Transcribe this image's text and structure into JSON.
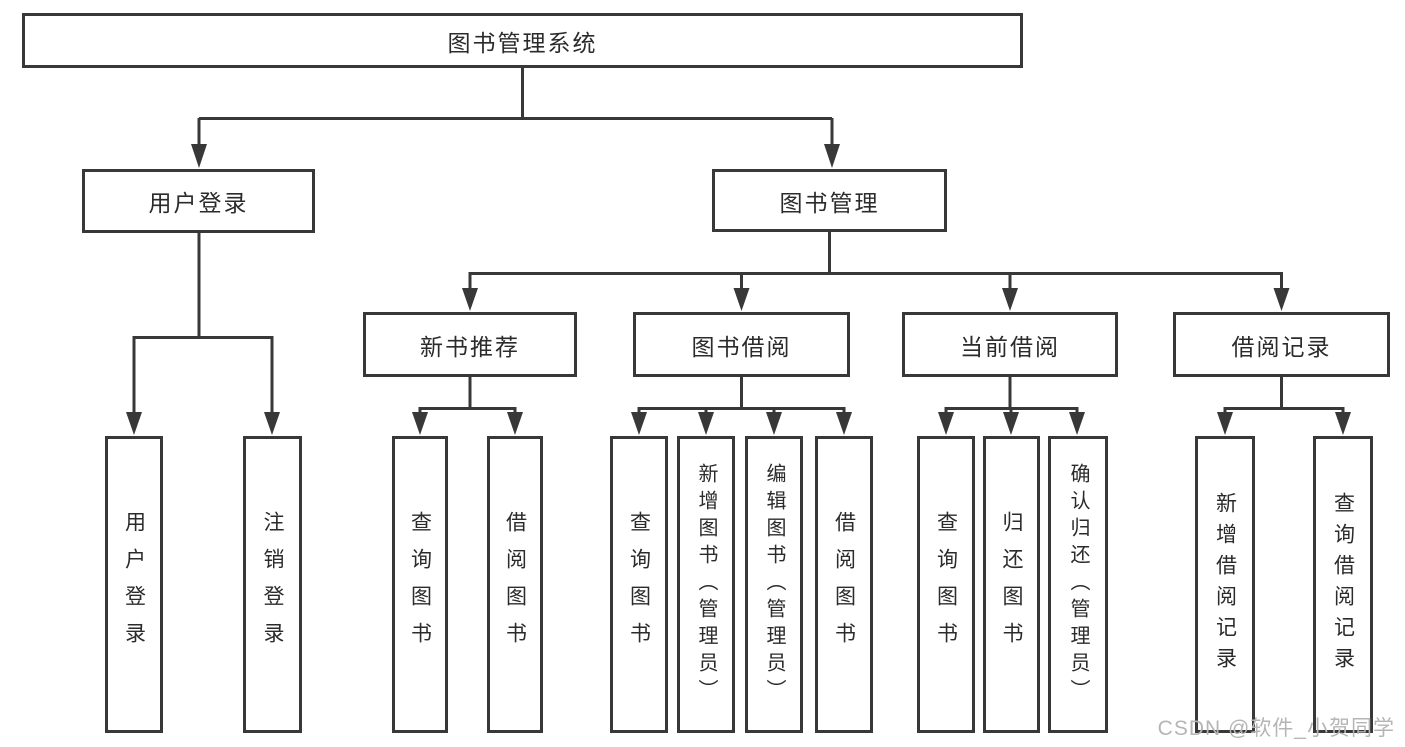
{
  "diagram": {
    "title": "图书管理系统",
    "root": {
      "label": "图书管理系统"
    },
    "level2": [
      {
        "label": "用户登录"
      },
      {
        "label": "图书管理"
      }
    ],
    "level3": [
      {
        "label": "新书推荐"
      },
      {
        "label": "图书借阅"
      },
      {
        "label": "当前借阅"
      },
      {
        "label": "借阅记录"
      }
    ],
    "leaves": {
      "user_login": [
        "用户登录",
        "注销登录"
      ],
      "new_book": [
        "查询图书",
        "借阅图书"
      ],
      "book_borrow": [
        "查询图书",
        "新增图书（管理员）",
        "编辑图书（管理员）",
        "借阅图书"
      ],
      "current_borrow": [
        "查询图书",
        "归还图书",
        "确认归还（管理员）"
      ],
      "borrow_record": [
        "新增借阅记录",
        "查询借阅记录"
      ]
    }
  },
  "colors": {
    "line": "#383838",
    "text": "#2b2b2b",
    "watermark": "#b5b5b5",
    "background": "#ffffff"
  },
  "watermark": {
    "text": "CSDN @软件_小贺同学"
  }
}
